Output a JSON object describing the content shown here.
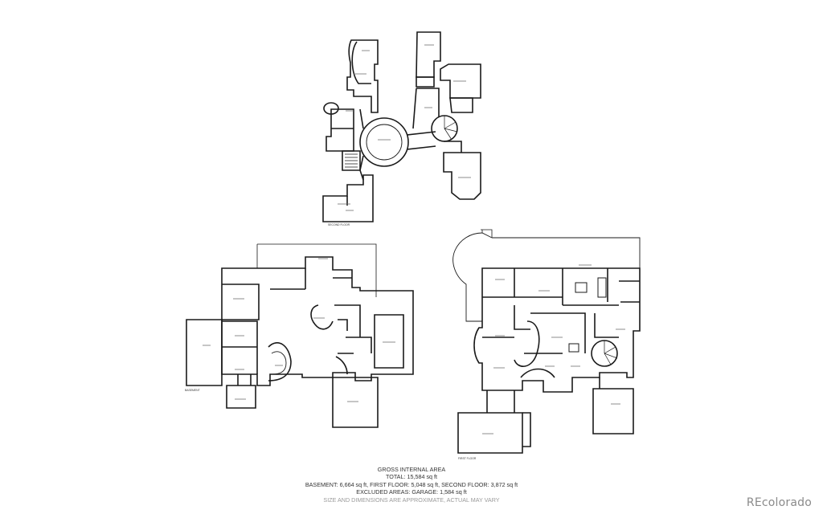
{
  "floor_labels": {
    "second": "SECOND FLOOR",
    "basement": "BASEMENT",
    "first": "FIRST FLOOR"
  },
  "area_summary": {
    "heading": "GROSS INTERNAL AREA",
    "total": "TOTAL: 15,584 sq ft",
    "breakdown": "BASEMENT: 6,664 sq ft, FIRST FLOOR: 5,048 sq ft, SECOND FLOOR: 3,872 sq ft",
    "excluded": "EXCLUDED AREAS: GARAGE: 1,584 sq ft",
    "disclaimer": "SIZE AND DIMENSIONS ARE APPROXIMATE, ACTUAL MAY VARY"
  },
  "watermark": "REcolorado",
  "colors": {
    "wall": "#1a1a1a",
    "caption": "#333333",
    "watermark": "#8a8a8a"
  }
}
